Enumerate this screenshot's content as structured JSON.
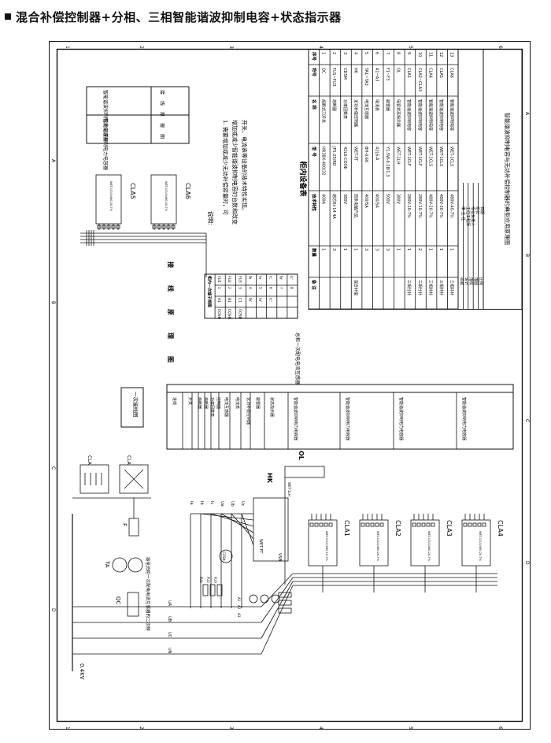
{
  "page_title": "混合补偿控制器+分相、三相智能谐波抑制电容+状态指示器",
  "border": {
    "top_letters": [
      "A",
      "B",
      "C",
      "D"
    ],
    "bottom_letters": [
      "A",
      "B",
      "C",
      "D"
    ],
    "left_numbers": [
      "6",
      "5",
      "4",
      "3",
      "2",
      "1"
    ],
    "right_numbers": [
      "6",
      "5",
      "4",
      "3",
      "2",
      "1"
    ]
  },
  "title_block": {
    "drawing_title": "智能谐波抑制电容与无功补偿控制器的典型应用原理图",
    "roles": [
      "审 主 任",
      "主任工程师",
      "专业负责人",
      "组长",
      "日期"
    ],
    "right_roles": [
      "校核",
      "设计",
      "描校",
      "描图",
      "比例"
    ]
  },
  "equipment_table": {
    "title": "柜内设备表",
    "headers": [
      "序号",
      "符号",
      "名 称",
      "型 号",
      "技术特性",
      "数量",
      "备 注"
    ],
    "rows": [
      [
        "1",
        "QC",
        "熔断式刀开关",
        "HR3BX-400/32",
        "400A",
        "1",
        ""
      ],
      [
        "2",
        "FU1~FU3",
        "熔断器",
        "JF5-25/RD",
        "熔芯Rt-14 4A",
        "3",
        ""
      ],
      [
        "3",
        "CDSM",
        "功率因数表",
        "42L6-COSΦ",
        "380V",
        "1",
        ""
      ],
      [
        "4",
        "HK",
        "无功补偿控制器",
        "WET-FT",
        "西系电脑产品",
        "1",
        "混合补偿"
      ],
      [
        "5",
        "TA1~TA3",
        "电流互感器",
        "BH-0.66",
        "400/5A",
        "3",
        ""
      ],
      [
        "6",
        "A1~A3",
        "电流表",
        "42L6-A",
        "400/5A",
        "3",
        ""
      ],
      [
        "7",
        "F1~F3",
        "避雷器",
        "Y1.5W-0.28/1.3",
        "500V",
        "3",
        ""
      ],
      [
        "8",
        "OL",
        "电容状态指示器",
        "WET-1LH",
        "380V",
        "1",
        ""
      ],
      [
        "9",
        "CLA1",
        "智能谐波抑制电容",
        "WET-1CLF",
        "280V-10-7%",
        "1",
        "三相分补"
      ],
      [
        "10",
        "CLA2~CLA3",
        "智能谐波抑制电容",
        "WET-1CLF",
        "280V-10-7%",
        "2",
        "三相分补"
      ],
      [
        "11",
        "CLA4",
        "智能谐波抑制电容",
        "WET-1CLS",
        "480V-20-7%",
        "1",
        "三相共补"
      ],
      [
        "12",
        "CLA5",
        "智能谐波抑制电容",
        "WET-1CLS",
        "480V-30-7%",
        "1",
        "三相共补"
      ],
      [
        "13",
        "CLA6",
        "智能谐波抑制电容",
        "WET-1CLS",
        "480V-40-7%",
        "1",
        "三相共补"
      ]
    ]
  },
  "notes": {
    "heading": "说明:",
    "lines": [
      "1. 需要增加或减少无功补偿容量时，可",
      "增加或减少智能谐波抑制电容的台数和改变",
      "开关、电流表等设备的技术特性实现。"
    ]
  },
  "terminal_table": {
    "title": "柜内一次端子排图",
    "rows": [
      [
        "FU1",
        "1",
        "A1",
        "COSΦ"
      ],
      [
        "FU2",
        "2",
        "B1",
        "COSΦ"
      ],
      [
        "FU3",
        "3",
        "C1",
        "COSΦ"
      ],
      [
        "Ib",
        "4",
        "Ib'",
        ""
      ],
      [
        "Ia",
        "5",
        "Ia'",
        ""
      ],
      [
        "Ic",
        "6",
        "Ic'",
        ""
      ],
      [
        "Ib'",
        "7",
        "",
        ""
      ],
      [
        "Ic'",
        "8",
        "",
        ""
      ]
    ],
    "footer": "总柜一次配电电流互感器"
  },
  "wiring_table": {
    "title_chars": [
      "接",
      "线",
      "原",
      "理",
      "图"
    ],
    "cells": [
      "进线",
      "开关",
      "熔断器",
      "熔断器",
      "功率因数表",
      "控制器",
      "电流互感器",
      "电流表",
      "无功补偿控制器",
      "避雷器",
      "状态指示器",
      "智能谐波抑制电力电容器",
      "智能谐波抑制电力电容器",
      "智能谐波抑制电力电容器",
      "智能谐波抑制电力电容器"
    ]
  },
  "one_line_label": "一次接线图",
  "upper_left_box": {
    "cells": [
      "智能谐波抑制电力电容器",
      "接",
      "线",
      "原",
      "理",
      "图",
      "智能谐波抑制电力电容器"
    ]
  },
  "labels": {
    "cla": [
      "CLA1",
      "CLA2",
      "CLA3",
      "CLA4",
      "CLA5",
      "CLA6"
    ],
    "cla_model_tiny": "WET-1CLS/480-20-7%",
    "cla_model_tiny2": "WET-1CLF/280-10-7%",
    "cla_sym": "CLA",
    "hk": "HK",
    "hk_model": "WET-FT",
    "ol": "OL",
    "ol_model": "WET-1LH",
    "f": "F",
    "ta": "TA",
    "qc": "QC",
    "voltage": "0.4KV",
    "cosphi": "COSΦ",
    "bus": [
      "UA",
      "UB",
      "UC",
      "UN"
    ],
    "fuses": [
      "FU1",
      "FU2",
      "FU3"
    ],
    "hk_terms": [
      "Ia",
      "Ib",
      "Ic",
      "Ua",
      "Ub",
      "Uc"
    ],
    "ct_note": "接至总柜一次配电电流互感器的二次侧",
    "vsb": "VSB",
    "a_labels": [
      "A1",
      "A2",
      "A3"
    ]
  },
  "colors": {
    "ink": "#111111",
    "paper": "#ffffff"
  }
}
